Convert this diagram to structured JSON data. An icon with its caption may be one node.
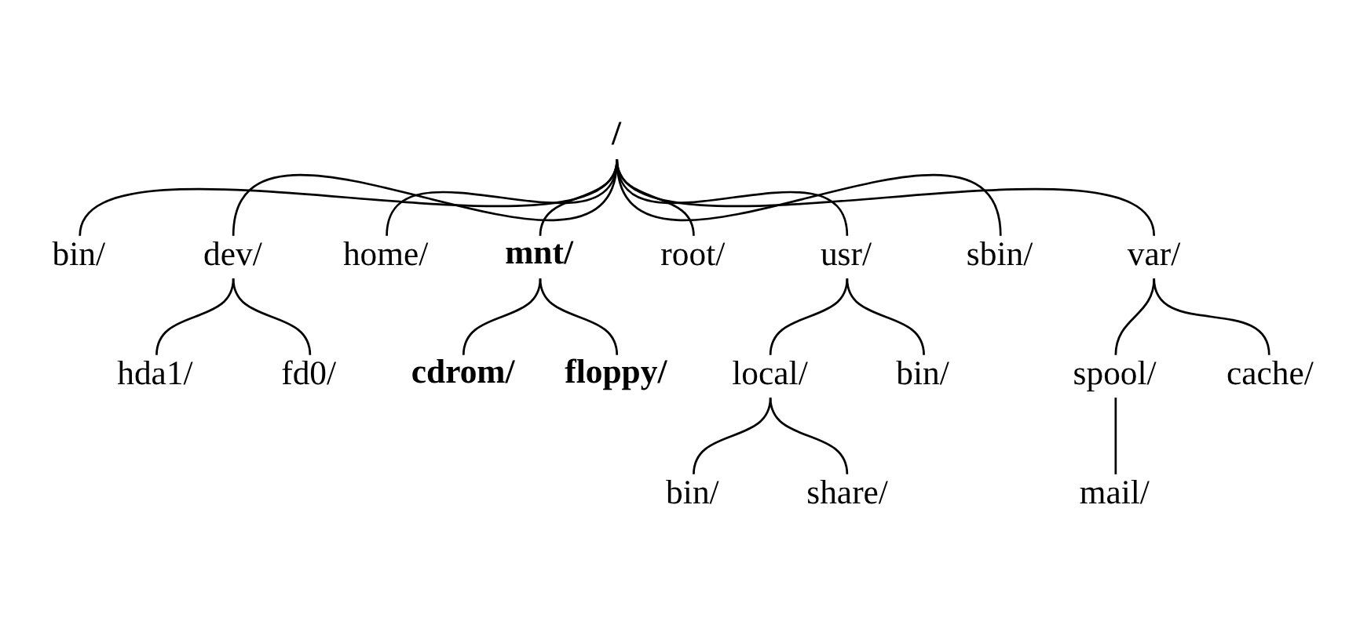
{
  "diagram": {
    "nodes": [
      {
        "text": [
          "/"
        ]
      },
      {
        "text": [
          "bin/"
        ]
      },
      {
        "text": [
          "dev/"
        ]
      },
      {
        "text": [
          "home/"
        ]
      },
      {
        "text": [
          "mnt/"
        ]
      },
      {
        "text": [
          "root/"
        ]
      },
      {
        "text": [
          "usr/"
        ]
      },
      {
        "text": [
          "sbin/"
        ]
      },
      {
        "text": [
          "var/"
        ]
      },
      {
        "text": [
          "hda1/"
        ]
      },
      {
        "text": [
          "fd0/"
        ]
      },
      {
        "text": [
          "cdrom/"
        ]
      },
      {
        "text": [
          "floppy/"
        ]
      },
      {
        "text": [
          "local/"
        ]
      },
      {
        "text": [
          "bin/"
        ]
      },
      {
        "text": [
          "spool/"
        ]
      },
      {
        "text": [
          "cache/"
        ]
      },
      {
        "text": [
          "bin/"
        ]
      },
      {
        "text": [
          "share/"
        ]
      },
      {
        "text": [
          "mail/"
        ]
      }
    ],
    "edges": [
      {
        "from": 0,
        "to": 1,
        "arrow": "none"
      },
      {
        "from": 0,
        "to": 2,
        "arrow": "none"
      },
      {
        "from": 0,
        "to": 3,
        "arrow": "none"
      },
      {
        "from": 0,
        "to": 4,
        "arrow": "none"
      },
      {
        "from": 0,
        "to": 5,
        "arrow": "none"
      },
      {
        "from": 0,
        "to": 6,
        "arrow": "none"
      },
      {
        "from": 0,
        "to": 7,
        "arrow": "none"
      },
      {
        "from": 0,
        "to": 8,
        "arrow": "none"
      },
      {
        "from": 2,
        "to": 9,
        "arrow": "none"
      },
      {
        "from": 2,
        "to": 10,
        "arrow": "none"
      },
      {
        "from": 4,
        "to": 11,
        "arrow": "none"
      },
      {
        "from": 4,
        "to": 12,
        "arrow": "none"
      },
      {
        "from": 6,
        "to": 13,
        "arrow": "none"
      },
      {
        "from": 6,
        "to": 14,
        "arrow": "none"
      },
      {
        "from": 8,
        "to": 15,
        "arrow": "none"
      },
      {
        "from": 8,
        "to": 16,
        "arrow": "none"
      },
      {
        "from": 13,
        "to": 17,
        "arrow": "none"
      },
      {
        "from": 13,
        "to": 18,
        "arrow": "none"
      },
      {
        "from": 15,
        "to": 19,
        "arrow": "none"
      }
    ]
  }
}
